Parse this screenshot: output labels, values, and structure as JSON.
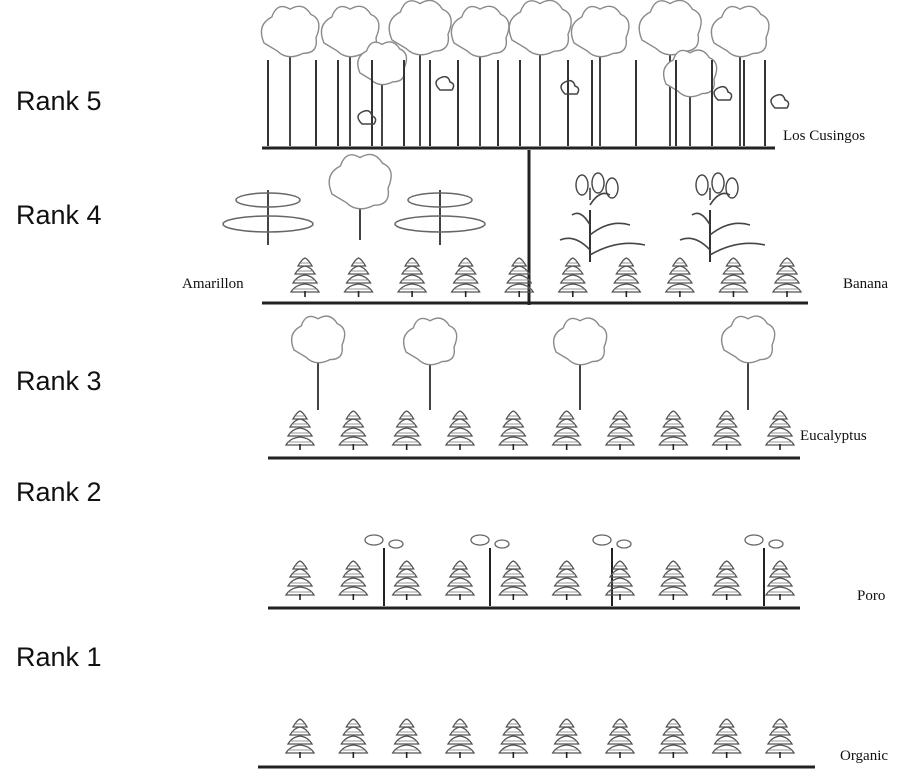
{
  "ranks": [
    {
      "label": "Rank 5",
      "systems": [
        "Los Cusingos"
      ]
    },
    {
      "label": "Rank 4",
      "systems": [
        "Amarillon",
        "Banana"
      ]
    },
    {
      "label": "Rank 3",
      "systems": [
        "Eucalyptus"
      ]
    },
    {
      "label": "Rank 2",
      "systems": [
        "Poro"
      ]
    },
    {
      "label": "Rank 1",
      "systems": [
        "Organic"
      ]
    }
  ],
  "colors": {
    "ink": "#222222",
    "sketch": "#8a8a8a",
    "background": "#ffffff"
  }
}
